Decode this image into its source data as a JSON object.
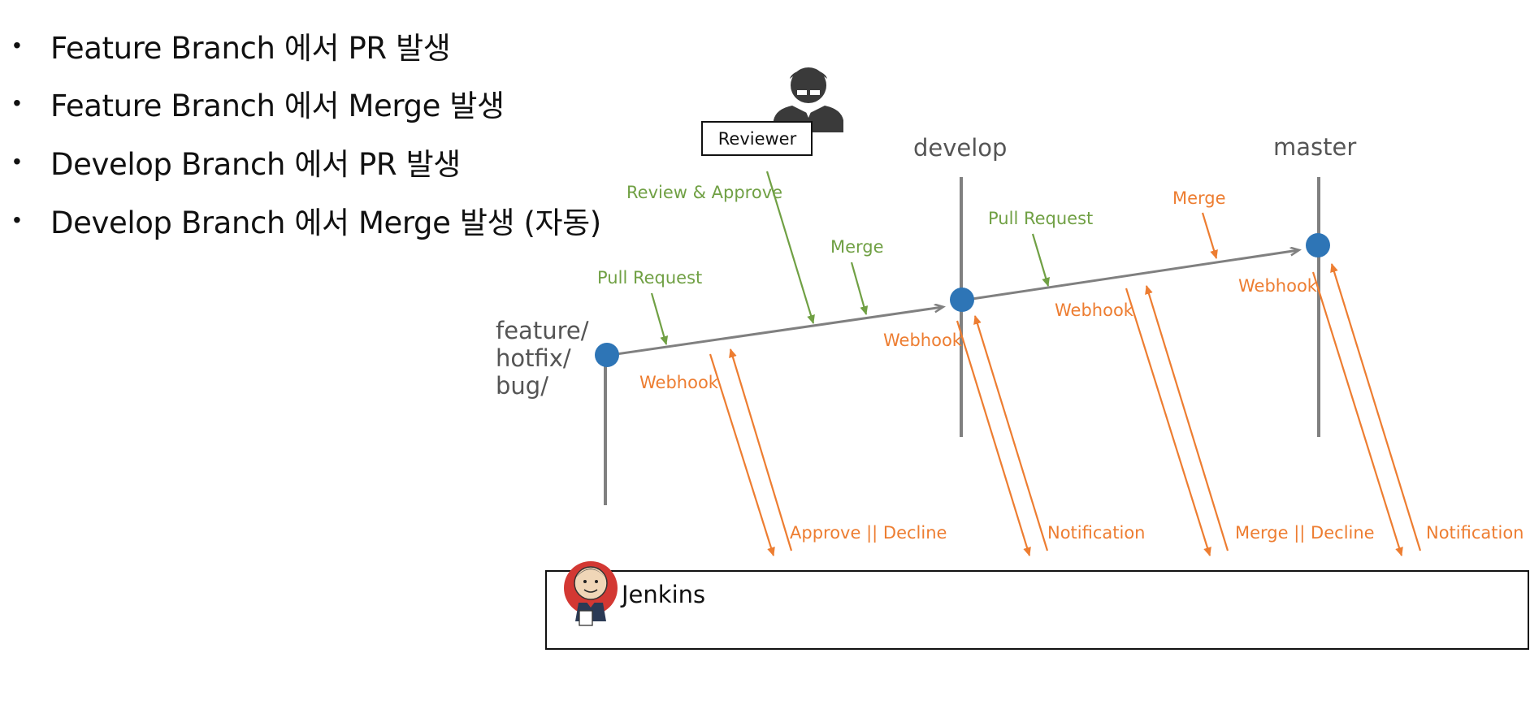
{
  "bullets": [
    {
      "dot": "•",
      "text": "Feature Branch 에서 PR 발생"
    },
    {
      "dot": "•",
      "text": "Feature Branch 에서 Merge 발생"
    },
    {
      "dot": "•",
      "text": "Develop Branch 에서 PR 발생"
    },
    {
      "dot": "•",
      "text": "Develop Branch 에서 Merge 발생 (자동)"
    }
  ],
  "branches": {
    "feature_line1": "feature/",
    "feature_line2": "hotfix/",
    "feature_line3": "bug/",
    "develop": "develop",
    "master": "master"
  },
  "reviewer": {
    "label": "Reviewer"
  },
  "green_labels": {
    "review_approve": "Review & Approve",
    "merge": "Merge",
    "pull_request_feature": "Pull Request",
    "pull_request_develop": "Pull Request"
  },
  "orange_labels": {
    "merge_master": "Merge",
    "webhook_feature": "Webhook",
    "webhook_develop_left": "Webhook",
    "webhook_develop_right": "Webhook",
    "webhook_master": "Webhook",
    "approve_decline": "Approve || Decline",
    "notification_1": "Notification",
    "merge_decline": "Merge  || Decline",
    "notification_2": "Notification"
  },
  "jenkins": {
    "label": "Jenkins"
  },
  "colors": {
    "green": "#70a044",
    "orange": "#ed7d31",
    "node_blue": "#2e75b6",
    "branch_gray": "#808080"
  }
}
